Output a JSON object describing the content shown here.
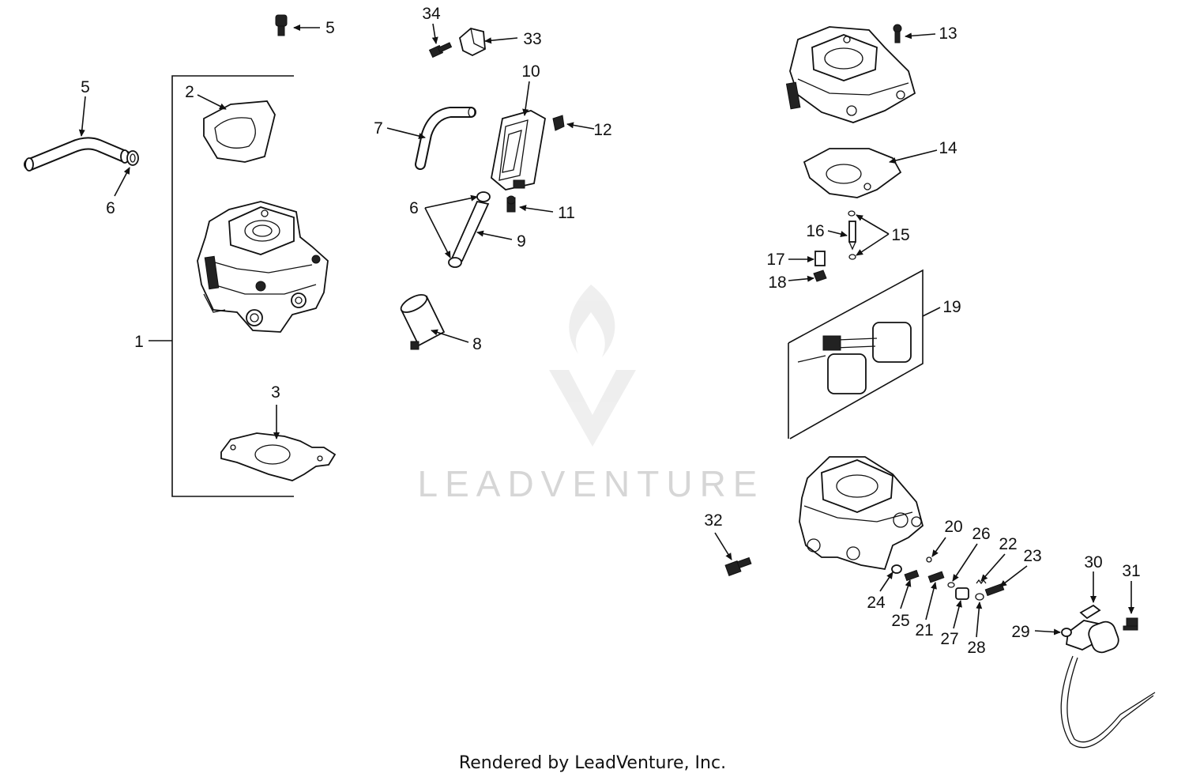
{
  "watermark": {
    "text": "LEADVENTURE"
  },
  "footer": {
    "text": "Rendered by LeadVenture, Inc."
  },
  "callouts": {
    "c1": "1",
    "c2": "2",
    "c3": "3",
    "c5a": "5",
    "c5b": "5",
    "c6a": "6",
    "c6b": "6",
    "c7": "7",
    "c8": "8",
    "c9": "9",
    "c10": "10",
    "c11": "11",
    "c12": "12",
    "c13": "13",
    "c14": "14",
    "c15": "15",
    "c16": "16",
    "c17": "17",
    "c18": "18",
    "c19": "19",
    "c20": "20",
    "c21": "21",
    "c22": "22",
    "c23": "23",
    "c24": "24",
    "c25": "25",
    "c26": "26",
    "c27": "27",
    "c28": "28",
    "c29": "29",
    "c30": "30",
    "c31": "31",
    "c32": "32",
    "c33": "33",
    "c34": "34"
  }
}
